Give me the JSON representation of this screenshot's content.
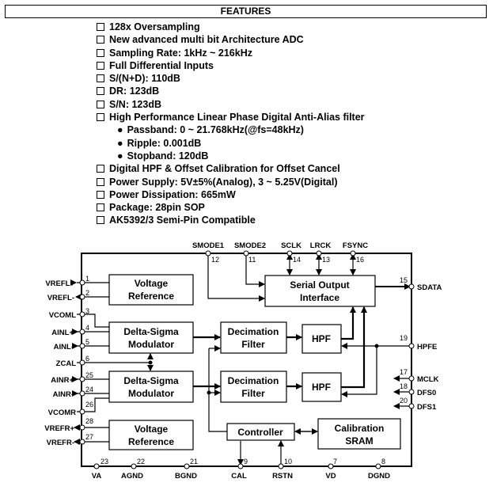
{
  "header": {
    "title": "FEATURES"
  },
  "features": [
    "128x Oversampling",
    "New advanced multi bit Architecture ADC",
    "Sampling Rate: 1kHz ~ 216kHz",
    "Full Differential Inputs",
    "S/(N+D): 110dB",
    "DR: 123dB",
    "S/N: 123dB",
    "High Performance Linear Phase Digital Anti-Alias filter"
  ],
  "filter_specs": [
    "Passband: 0 ~ 21.768kHz(@fs=48kHz)",
    "Ripple: 0.001dB",
    "Stopband: 120dB"
  ],
  "features_more": [
    "Digital HPF & Offset Calibration for Offset Cancel",
    "Power Supply: 5V±5%(Analog), 3 ~ 5.25V(Digital)",
    "Power Dissipation: 665mW",
    "Package: 28pin SOP",
    "AK5392/3 Semi-Pin Compatible"
  ],
  "blocks": {
    "vref_top": [
      "Voltage",
      "Reference"
    ],
    "modulator_top": [
      "Delta-Sigma",
      "Modulator"
    ],
    "modulator_bot": [
      "Delta-Sigma",
      "Modulator"
    ],
    "decim_top": [
      "Decimation",
      "Filter"
    ],
    "decim_bot": [
      "Decimation",
      "Filter"
    ],
    "hpf_top": "HPF",
    "hpf_bot": "HPF",
    "serial": [
      "Serial Output",
      "Interface"
    ],
    "controller": "Controller",
    "calib": [
      "Calibration",
      "SRAM"
    ],
    "vref_bot": [
      "Voltage",
      "Reference"
    ]
  },
  "pins": {
    "vreflp": {
      "name": "VREFL+",
      "num": "1"
    },
    "vreflm": {
      "name": "VREFL-",
      "num": "2"
    },
    "vcoml": {
      "name": "VCOML",
      "num": "3"
    },
    "ainlp": {
      "name": "AINL+",
      "num": "4"
    },
    "ainlm": {
      "name": "AINL-",
      "num": "5"
    },
    "zcal": {
      "name": "ZCAL",
      "num": "6"
    },
    "ainrp": {
      "name": "AINR+",
      "num": "25"
    },
    "ainrm": {
      "name": "AINR-",
      "num": "24"
    },
    "vcomr": {
      "name": "VCOMR",
      "num": "26"
    },
    "vrefrp": {
      "name": "VREFR+",
      "num": "28"
    },
    "vrefrm": {
      "name": "VREFR-",
      "num": "27"
    },
    "smode1": {
      "name": "SMODE1",
      "num": "12"
    },
    "smode2": {
      "name": "SMODE2",
      "num": "11"
    },
    "sclk": {
      "name": "SCLK",
      "num": "14"
    },
    "lrck": {
      "name": "LRCK",
      "num": "13"
    },
    "fsync": {
      "name": "FSYNC",
      "num": "16"
    },
    "sdata": {
      "name": "SDATA",
      "num": "15"
    },
    "hpfe": {
      "name": "HPFE",
      "num": "19"
    },
    "mclk": {
      "name": "MCLK",
      "num": "17"
    },
    "dfs0": {
      "name": "DFS0",
      "num": "18"
    },
    "dfs1": {
      "name": "DFS1",
      "num": "20"
    },
    "va": {
      "name": "VA",
      "num": "23"
    },
    "agnd": {
      "name": "AGND",
      "num": "22"
    },
    "bgnd": {
      "name": "BGND",
      "num": "21"
    },
    "cal": {
      "name": "CAL",
      "num": "9"
    },
    "rstn": {
      "name": "RSTN",
      "num": "10"
    },
    "vd": {
      "name": "VD",
      "num": "7"
    },
    "dgnd": {
      "name": "DGND",
      "num": "8"
    }
  }
}
